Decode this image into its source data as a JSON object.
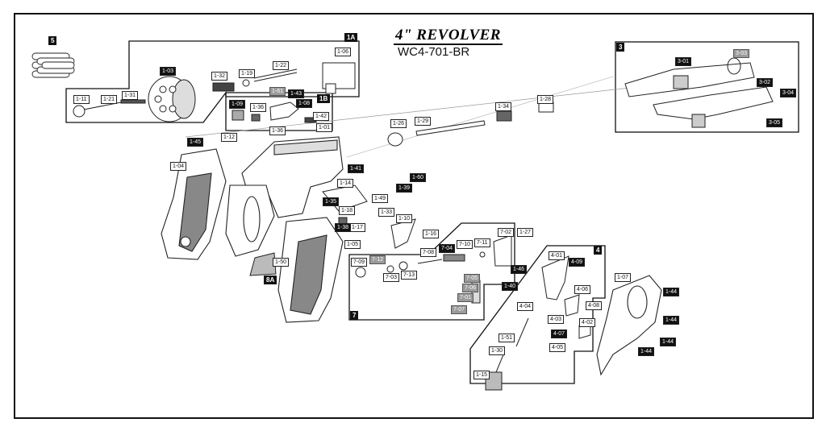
{
  "title": "4\" REVOLVER",
  "model": "WC4-701-BR",
  "groups": [
    "1A",
    "1B",
    "3",
    "4",
    "5",
    "7",
    "8A"
  ],
  "part_labels": {
    "white": [
      "1-11",
      "1-21",
      "1-31",
      "1-32",
      "1-19",
      "1-22",
      "1-06",
      "1-36",
      "1-42",
      "1-01",
      "1-36",
      "1-12",
      "1-04",
      "1-26",
      "1-29",
      "1-34",
      "1-28",
      "1-14",
      "1-49",
      "1-33",
      "1-10",
      "1-16",
      "1-17",
      "1-18",
      "1-05",
      "1-50",
      "1-27",
      "7-02",
      "7-08",
      "7-11",
      "7-10",
      "7-09",
      "7-03",
      "7-13",
      "4-01",
      "4-04",
      "4-03",
      "4-06",
      "4-08",
      "4-02",
      "4-05",
      "1-51",
      "1-30",
      "1-15",
      "1-07"
    ],
    "dark": [
      "1-03",
      "1-43",
      "1-08",
      "1-45",
      "1-41",
      "1-60",
      "1-39",
      "1-35",
      "1-38",
      "7-04",
      "1-46",
      "1-40",
      "4-09",
      "4-07",
      "1-44",
      "1-44",
      "1-44",
      "1-44",
      "3-01",
      "3-02",
      "3-04",
      "3-05",
      "1-09"
    ],
    "grey": [
      "1-61",
      "7-12",
      "7-05",
      "7-06",
      "7-01",
      "7-07",
      "3-03"
    ]
  }
}
